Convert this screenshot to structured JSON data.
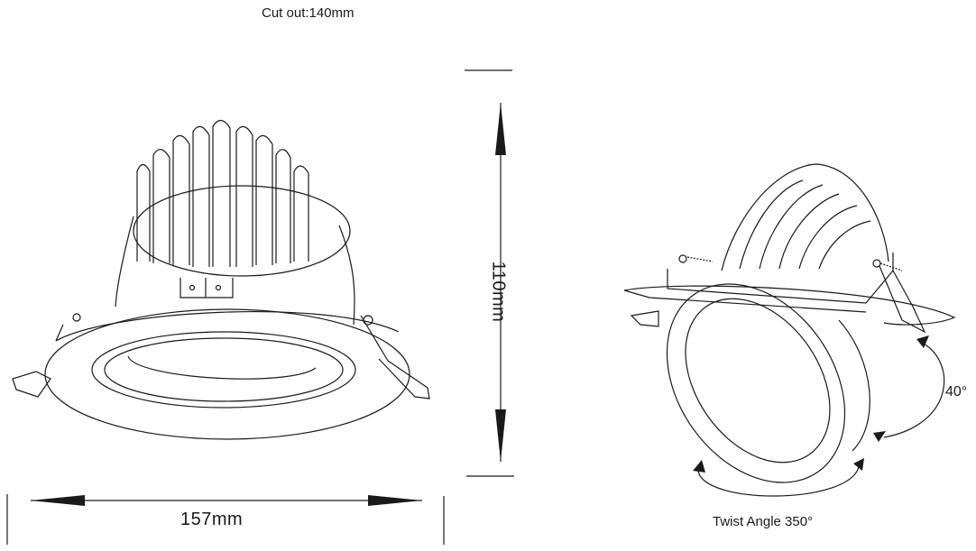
{
  "diagram": {
    "type": "technical-product-drawing",
    "subject": "adjustable recessed LED downlight",
    "labels": {
      "cut_out": "Cut out:140mm",
      "width": "157mm",
      "height": "110mm",
      "tilt_angle": "40°",
      "twist_angle": "Twist Angle 350°"
    },
    "dimensions": {
      "cut_out_mm": 140,
      "width_mm": 157,
      "height_mm": 110,
      "tilt_deg": 40,
      "twist_deg": 350
    },
    "views": [
      {
        "name": "front-view",
        "description": "fixture upright with heatsink fins, trim ring and spring clips"
      },
      {
        "name": "tilted-view",
        "description": "fixture with lamp body tilted out of trim"
      }
    ],
    "colors": {
      "line": "#1a1a1a",
      "background": "#ffffff"
    }
  }
}
